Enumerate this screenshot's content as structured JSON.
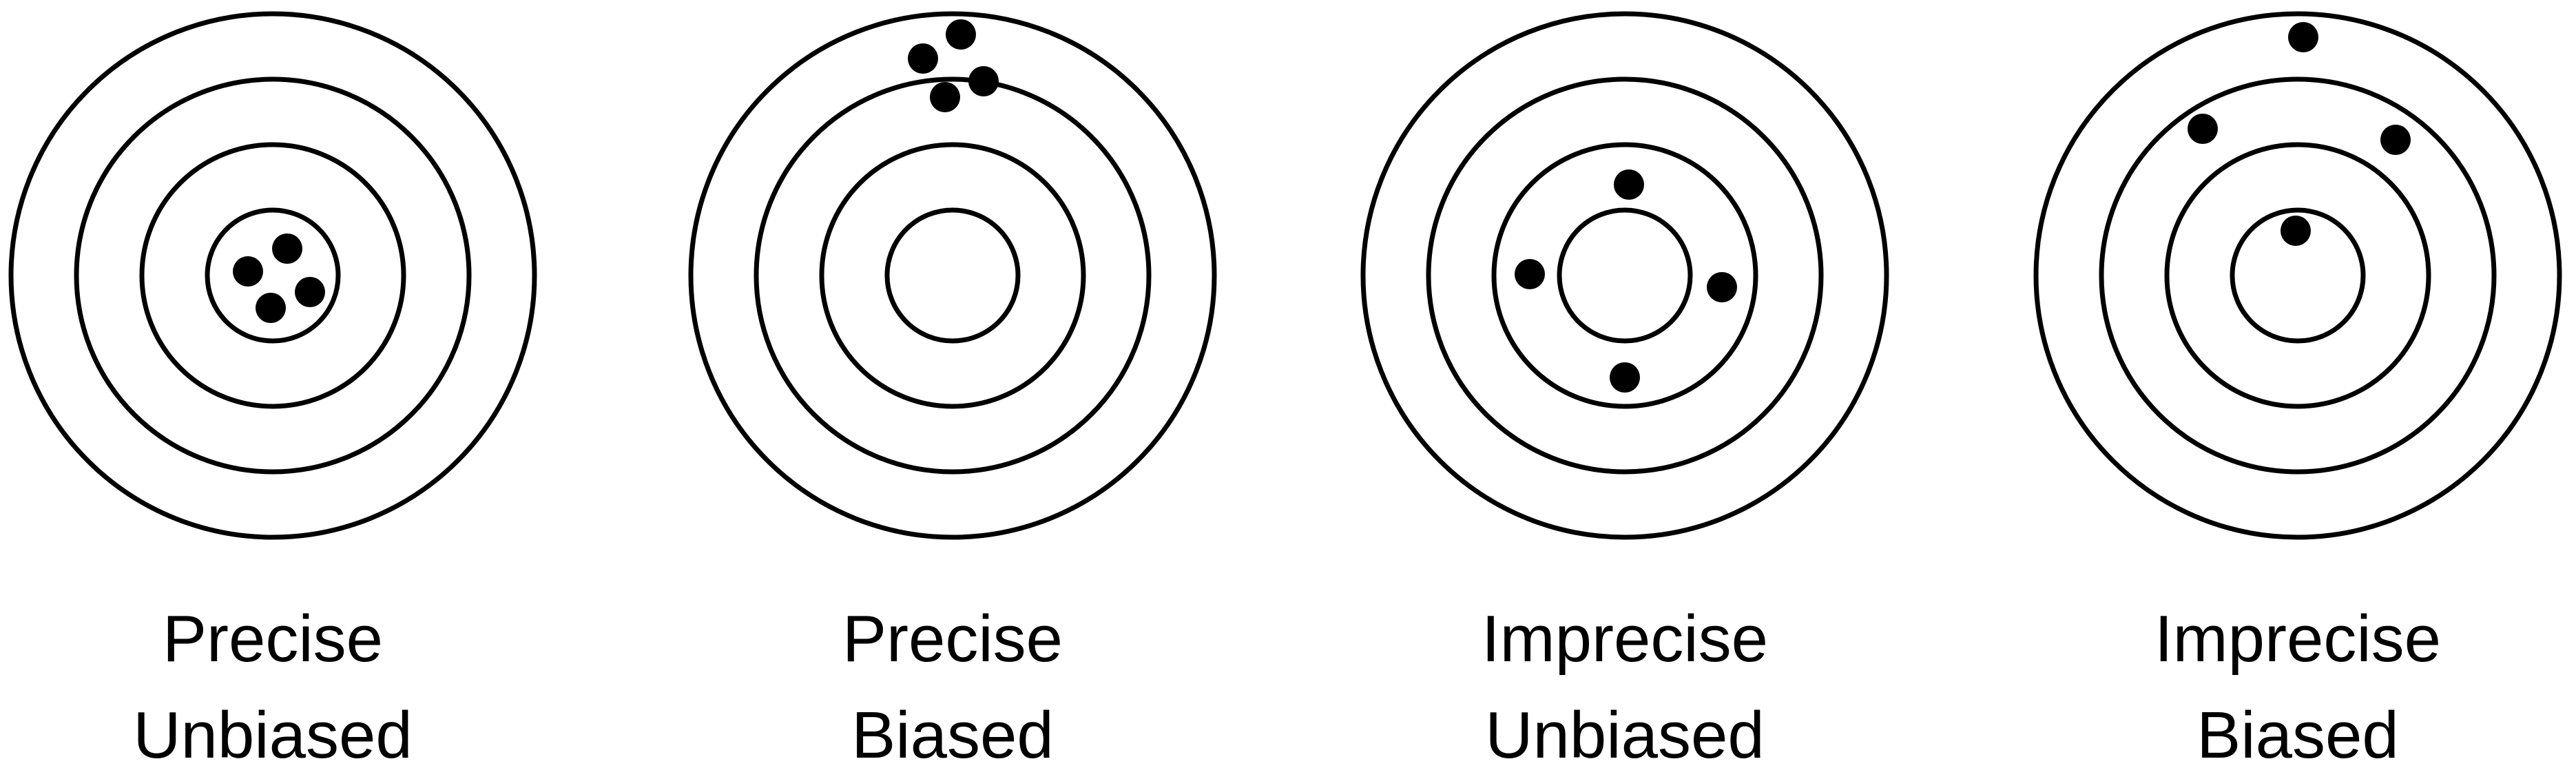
{
  "colors": {
    "background": "#ffffff",
    "ink": "#000000"
  },
  "targets": [
    {
      "id": "precise-unbiased",
      "label_line1": "Precise",
      "label_line2": "Unbiased",
      "rings": 4
    },
    {
      "id": "precise-biased",
      "label_line1": "Precise",
      "label_line2": "Biased",
      "rings": 4
    },
    {
      "id": "imprecise-unbiased",
      "label_line1": "Imprecise",
      "label_line2": "Unbiased",
      "rings": 4
    },
    {
      "id": "imprecise-biased",
      "label_line1": "Imprecise",
      "label_line2": "Biased",
      "rings": 4
    }
  ]
}
